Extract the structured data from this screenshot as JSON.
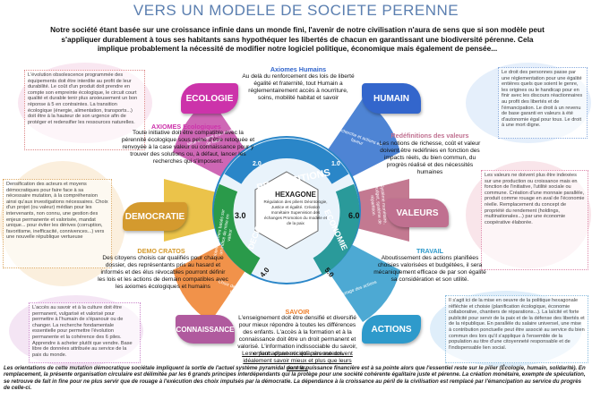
{
  "title": "VERS UN MODELE DE SOCIETE PERENNE",
  "intro": "Notre société étant basée sur une croissance infinie dans un monde fini, l'avenir de notre civilisation n'aura de sens que si son modèle peut s'appliquer durablement à tous ses habitants sans hypothéquer les libertés de chacun en garantissant une biodiversité pérenne. Cela implique probablement  la nécessité de modifier notre logiciel politique, économique mais également de pensée...",
  "colors": {
    "ecologie": "#cc33aa",
    "humain": "#3366cc",
    "valeurs": "#c07090",
    "actions": "#2e9acb",
    "connaissance": "#b05a9e",
    "democratie": "#d49a2e",
    "center_green": "#2a9a4a",
    "ring_blue": "#2a86c8"
  },
  "boxes": {
    "ecologie": "ECOLOGIE",
    "humain": "HUMAIN",
    "valeurs": "VALEURS",
    "actions": "ACTIONS",
    "connaissance": "CONNAISSANCE",
    "democratie": "DEMOCRATIE"
  },
  "sections": {
    "axiomes_humains": {
      "head": "Axiomes Humains",
      "text": "Au delà du renforcement des lois de liberté égalité et fraternité, tout Humain a réglementairement accès à nourriture, soins, mobilité habitat  et  savoir"
    },
    "axiomes_eco": {
      "head": "AXIOMES Ecologiques",
      "text": "Toute initiative doit être compatible avec la pérennité écologique sous peine d'être retoquée et renvoyée à la case valeur ou connaissance pour y trouver des solutions ou, à défaut, lancer les recherches qui s'imposent."
    },
    "redefinitions": {
      "head": "Redéfinitions des valeurs",
      "text": "Les notions de richesse, coût et valeur doivent être redéfinies en fonction des impacts réels, du bien commun, du progrès réalisé et des nécessités humaines"
    },
    "demo_cratos": {
      "head": "DEMO CRATOS",
      "text": "Des citoyens choisis car qualifiés pour chaque dossier, des représentants pris au hasard et informés et des élus révocables pourront définir les lois et les actions de demain compatibles avec les axiomes écologiques et humains"
    },
    "travail": {
      "head": "TRAVAIL",
      "text": "Aboutissement des actions planifiées choisies  valorisées et budgétées, il sera mécaniquement efficace de par son égalité sa considération et son utilité."
    },
    "savoir": {
      "head": "SAVOIR",
      "text": "L'enseignement doit être densifié et diversifié pour mieux répondre à toutes les différences des enfants. L'accès à la formation et à la connaissance doit être un droit permanent et valorisé. L'information indissociable du savoir,  ne peut appartenir qu'à ses auteurs.",
      "underline": "Les enfants d'une société pérenne doivent idéalement savoir mieux et plus que leurs parents."
    }
  },
  "center": {
    "ring_top": "PROPOSITIONS",
    "ring_left": "DECISIONS",
    "ring_right": "ECONOMIE",
    "hexagone": "HEXAGONE",
    "hex_text": "Régulation des piliers Déontologie, Justice et égalité. Création monétaire Supervision des échanges Promotion du modèle et de la paix",
    "ver_left": "3.0",
    "ver_right": "6.0",
    "ver_lower_left": "4.0",
    "ver_lower_right": "5.0",
    "ver_2": "2.0",
    "ver_1": "1.0"
  },
  "arrows": {
    "mise_en_place": "Mise en place d'un revenu de base",
    "votes": "Votes internes basés sur un indice de mise en valeur",
    "systeme": "Système monétaire, budget, système de répartition",
    "choix": "Choix de l'ordre et des moyens",
    "recherche": "Recherche et actions en faveur",
    "pilote": "Pilotage des actions"
  },
  "notes": {
    "n1": "L'évolution obsolescence programmée des équipements doit être interdite au profit de leur durabilité. Le coût d'un produit doit prendre en compte son empreinte écologique, le circuit court qualité et durable tenir plus anxieusement un bon réponse à 5 en contraintes. La transition écologique (énergie, alimentation, transports...) doit être à la hauteur de son urgence afin de protéger et redensifier les ressources naturelles.",
    "n2": "Le droit des personnes passe par une réglementation pour une égalité entières quels que soient le genre, les origines ou le handicap pour en finir avec les discours réactionnaires au profit des libertés et de l'émancipation. Le droit à un revenu de base garanti en valeurs à été d'autonomie égal pour tous. Le droit à une mort digne.",
    "n3": "Densification des acteurs et moyens démocratiques pour faire face à sa nécessaire mutation, à la compréhension ainsi qu'aux investigations nécessaires. Choix d'un projet (ou valeur) médian pour les intervenants, non connu, une gestion des enjeux permanente et valorisée, mandat unique... pour éviter les dérives (corruption, favoritisme, inefficacité, connivences...) vers une nouvelle république vertueuse",
    "n4": "Les valeurs ne doivent plus être indexées sur une production ou croissance mais en fonction de l'initiative, l'utilité sociale ou commune. Création d'une monnaie parallèle, produit comme rouage en aval de l'économie réelle. Remplacement du concept de propriété du rendement (holdings, multinationales...) par une économie coopérative élaborée.",
    "n5": "L'accès au savoir et à la culture doit être permanent, vulgarisé et valorisé pour permettre à l'humain de s'épanouir ou de changer. La recherche fondamentale essentielle pour permettre l'évolution permanente et la cohérence des 6 piles. Apprendre à acheter plutôt que vendre. Base libre de données attribuée au service de la paix du monde.",
    "n6": "Il s'agit ici de la mise en oeuvre de la politique hexagonale réfléchie et choisie (planification écologique, économie collaborative, chantiers de réparations...). La laïcité et forte publicité pour servir de la paix et de la défense des libertés et de la république. En parallèle du salaire universel, une mise à contribution ponctuelle peut être associé au service du bien commun des lors qu'il s'applique à l'ensemble de la population au titre d'une citoyenneté responsable et de l'indispensable lien social."
  },
  "footer": "Les  orientations de cette mutation démocratique sociétale impliquent la sortie de l'actuel système pyramidal dont la puissance financière est à sa pointe alors que l'essentiel reste sur le pilier (Écologie, humain, solidarité). En remplacement, la présente organisation circulaire est délimitée par les 6 grands principes interdépendants qui la protège pour une société cohérente égalitaire juste et pérenne. La création monétaire, exempte de spéculation, se retrouve de fait in fine pour ne plus servir que de rouage à l'exécution des choix impulsés par la démocratie. La dépendance à la croissance au péril de la civilisation est remplacé par l'émancipation au service du progrès de celle-ci."
}
